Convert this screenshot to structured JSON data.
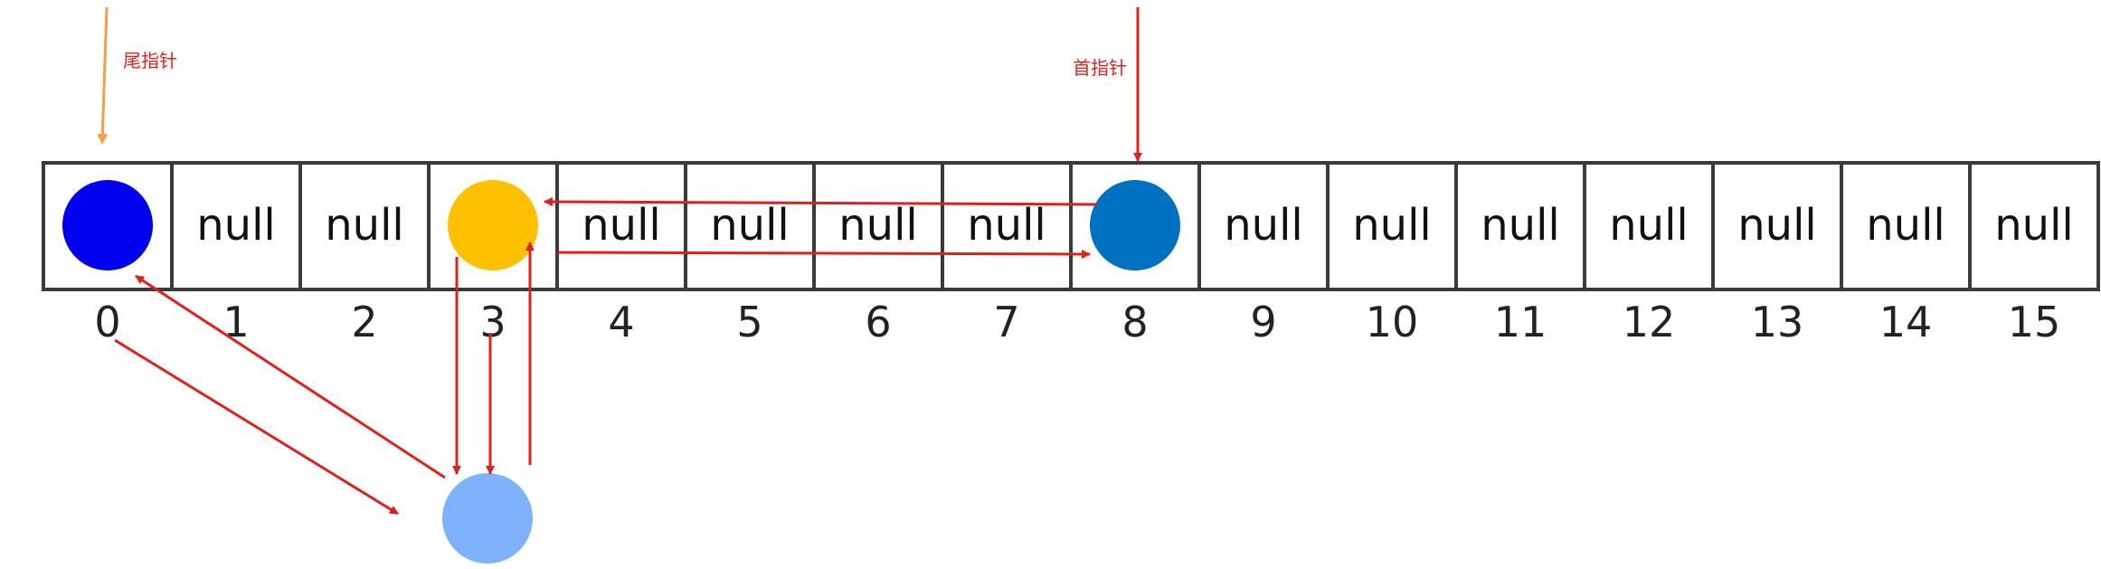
{
  "pointers": {
    "tail": {
      "label": "尾指针",
      "color": "#f4a04a",
      "index": 0
    },
    "head": {
      "label": "首指针",
      "color": "#e01f1f",
      "index": 8
    }
  },
  "array": {
    "cells": [
      {
        "index": "0",
        "content": "",
        "node_color": "#0000ee"
      },
      {
        "index": "1",
        "content": "null"
      },
      {
        "index": "2",
        "content": "null"
      },
      {
        "index": "3",
        "content": "",
        "node_color": "#ffc000"
      },
      {
        "index": "4",
        "content": "null"
      },
      {
        "index": "5",
        "content": "null"
      },
      {
        "index": "6",
        "content": "null"
      },
      {
        "index": "7",
        "content": "null"
      },
      {
        "index": "8",
        "content": "",
        "node_color": "#0070c0"
      },
      {
        "index": "9",
        "content": "null"
      },
      {
        "index": "10",
        "content": "null"
      },
      {
        "index": "11",
        "content": "null"
      },
      {
        "index": "12",
        "content": "null"
      },
      {
        "index": "13",
        "content": "null"
      },
      {
        "index": "14",
        "content": "null"
      },
      {
        "index": "15",
        "content": "null"
      }
    ],
    "border_color": "#3a3a3a"
  },
  "new_node": {
    "color": "#7eb2ff"
  },
  "link_color": "#e01f1f"
}
